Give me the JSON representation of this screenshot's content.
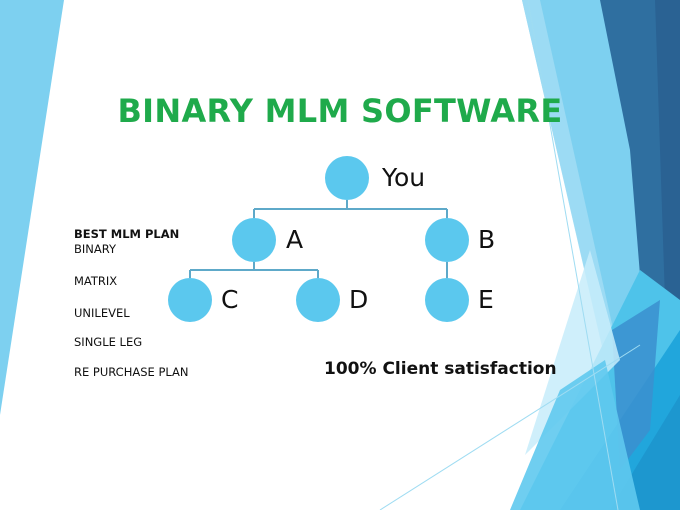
{
  "slide": {
    "title": "BINARY MLM SOFTWARE",
    "title_color": "#1faa4b",
    "plans": {
      "heading": "BEST MLM PLAN",
      "items": [
        " BINARY",
        "MATRIX",
        "UNILEVEL",
        "SINGLE LEG",
        "RE PURCHASE PLAN"
      ]
    },
    "tagline": "100% Client satisfaction",
    "tree": {
      "node_color": "#5bc8ee",
      "line_color": "#5ea9c9",
      "nodes": [
        {
          "id": "you",
          "label": "You",
          "parent": null
        },
        {
          "id": "a",
          "label": "A",
          "parent": "you"
        },
        {
          "id": "b",
          "label": "B",
          "parent": "you"
        },
        {
          "id": "c",
          "label": "C",
          "parent": "a"
        },
        {
          "id": "d",
          "label": "D",
          "parent": "a"
        },
        {
          "id": "e",
          "label": "E",
          "parent": "b"
        }
      ]
    },
    "theme_colors": {
      "light_blue": "#7dd0f0",
      "mid_blue": "#4ec3ea",
      "bright_blue": "#21a6dc",
      "dark_blue": "#2f6fa0",
      "navy_blue": "#2a6293"
    }
  }
}
